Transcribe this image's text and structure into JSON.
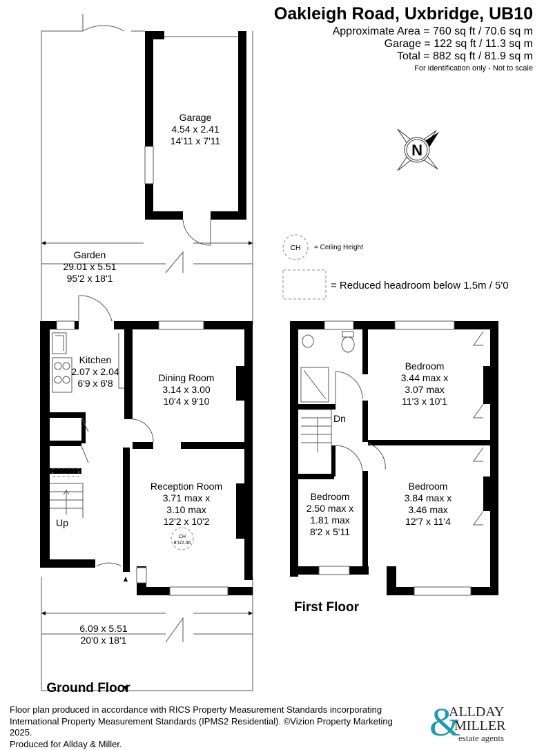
{
  "header": {
    "title": "Oakleigh Road, Uxbridge, UB10",
    "area": "Approximate Area = 760 sq ft / 70.6 sq m",
    "garage_area": "Garage = 122 sq ft / 11.3 sq m",
    "total": "Total = 882 sq ft / 81.9 sq m",
    "note": "For identification only - Not to scale"
  },
  "compass": {
    "label": "N"
  },
  "legend": {
    "ch_symbol": "CH",
    "ch_text": "= Ceiling Height",
    "reduced_text": "= Reduced headroom below 1.5m / 5'0"
  },
  "ground_floor": {
    "label": "Ground Floor",
    "rooms": {
      "garage": {
        "name": "Garage",
        "metric": "4.54 x 2.41",
        "imperial": "14'11 x 7'11"
      },
      "garden": {
        "name": "Garden",
        "metric": "29.01 x 5.51",
        "imperial": "95'2 x 18'1"
      },
      "kitchen": {
        "name": "Kitchen",
        "metric": "2.07 x 2.04",
        "imperial": "6'9 x 6'8"
      },
      "dining": {
        "name": "Dining Room",
        "metric": "3.14 x 3.00",
        "imperial": "10'4 x 9'10"
      },
      "reception": {
        "name": "Reception Room",
        "metric1": "3.71 max x",
        "metric2": "3.10 max",
        "imperial": "12'2 x 10'2",
        "ch_label": "CH",
        "ch_value": "8'1/2.46"
      },
      "front_garden": {
        "metric": "6.09 x 5.51",
        "imperial": "20'0 x 18'1"
      }
    },
    "stairs_label": "Up"
  },
  "first_floor": {
    "label": "First Floor",
    "stairs_label": "Dn",
    "rooms": {
      "bedroom_top": {
        "name": "Bedroom",
        "metric1": "3.44 max x",
        "metric2": "3.07 max",
        "imperial": "11'3 x 10'1"
      },
      "bedroom_small": {
        "name": "Bedroom",
        "metric1": "2.50 max x",
        "metric2": "1.81 max",
        "imperial": "8'2 x 5'11"
      },
      "bedroom_front": {
        "name": "Bedroom",
        "metric1": "3.84 max x",
        "metric2": "3.46 max",
        "imperial": "12'7 x 11'4"
      }
    }
  },
  "footer": {
    "line1": "Floor plan produced in accordance with RICS Property Measurement Standards incorporating",
    "line2": "International Property Measurement Standards (IPMS2 Residential). ©Vizion Property Marketing 2025.",
    "line3": "Produced for Allday & Miller."
  },
  "logo": {
    "ampersand": "&",
    "line1": "ALLDAY",
    "line2": "MILLER",
    "line3": "estate agents",
    "color": "#1e9bb0"
  }
}
